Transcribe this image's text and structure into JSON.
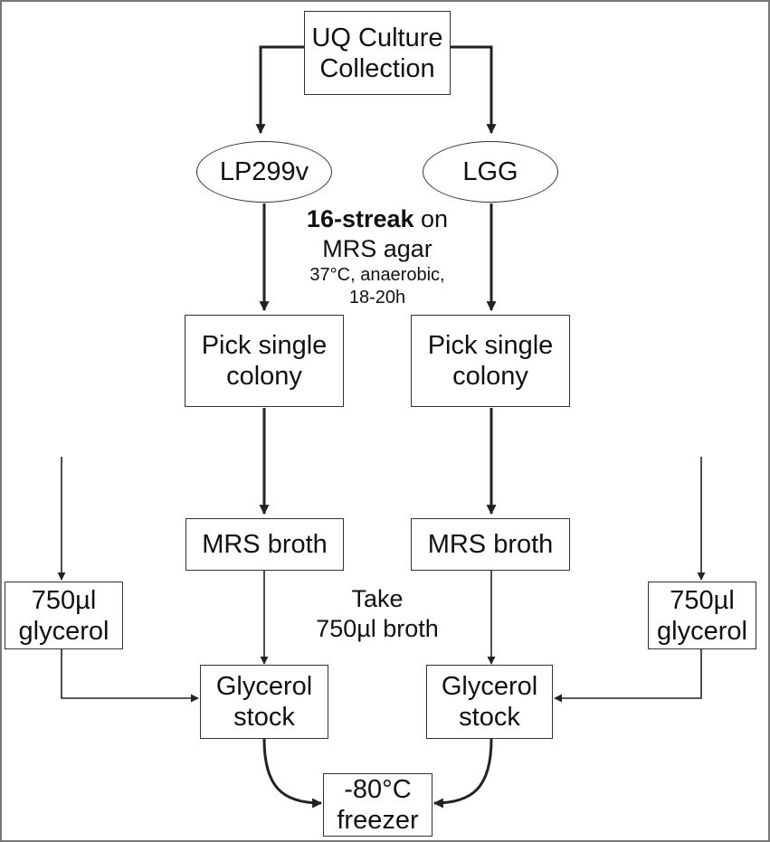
{
  "nodes": {
    "source": [
      "UQ Culture",
      "Collection"
    ],
    "strain_left": "LP299v",
    "strain_right": "LGG",
    "pick_left": [
      "Pick single",
      "colony"
    ],
    "pick_right": [
      "Pick single",
      "colony"
    ],
    "broth_left": "MRS broth",
    "broth_right": "MRS broth",
    "glycerol_left": [
      "750µl",
      "glycerol"
    ],
    "glycerol_right": [
      "750µl",
      "glycerol"
    ],
    "stock_left": [
      "Glycerol",
      "stock"
    ],
    "stock_right": [
      "Glycerol",
      "stock"
    ],
    "freezer": [
      "-80°C",
      "freezer"
    ]
  },
  "annotations": {
    "streak_bold": "16-streak",
    "streak_rest": " on",
    "streak_medium": "MRS agar",
    "streak_conditions": [
      "37°C, anaerobic,",
      "18-20h"
    ],
    "take_broth": [
      "Take",
      "750µl broth"
    ]
  },
  "colors": {
    "line": "#222222",
    "box_border": "#333333",
    "background": "#ffffff"
  }
}
